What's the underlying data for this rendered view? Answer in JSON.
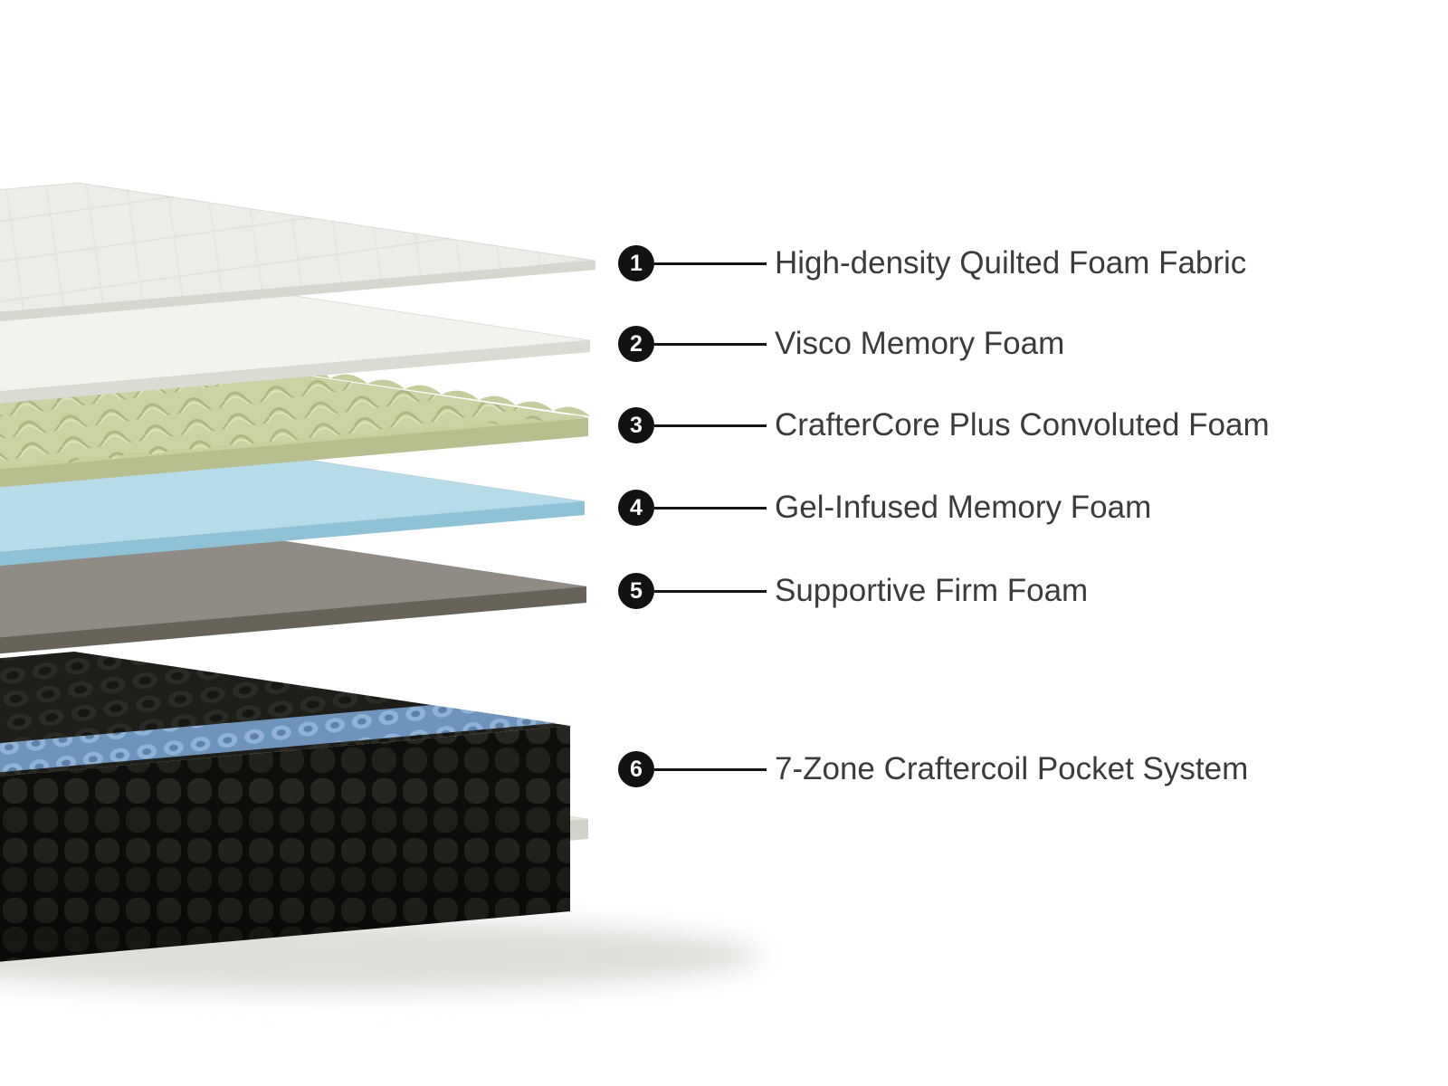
{
  "page": {
    "background": "#ffffff"
  },
  "illustration": {
    "name": "mattress-exploded-layers",
    "shadow_color": "#dededa",
    "layers": [
      {
        "name": "quilted-foam-fabric",
        "top": "#ecede7",
        "front": "#d6d7cf"
      },
      {
        "name": "visco-memory-foam",
        "top": "#f3f2ec",
        "front": "#dcdbd3"
      },
      {
        "name": "convoluted-foam",
        "top": "#ccd2a3",
        "front": "#b7bf8f"
      },
      {
        "name": "gel-memory-foam",
        "top": "#b6dcea",
        "front": "#8fc2d6"
      },
      {
        "name": "firm-foam",
        "top": "#908c85",
        "front": "#676359"
      },
      {
        "name": "base-foam",
        "top": "#eae8e1",
        "front": "#d2d0c8"
      },
      {
        "name": "pocket-coil-block",
        "top": "#24241f",
        "front": "#1b1b17",
        "band": "#7ea3c9"
      }
    ]
  },
  "callouts": {
    "circle_color": "#121212",
    "number_color": "#ffffff",
    "line_color": "#151515",
    "text_color": "#3b3b3b",
    "items": [
      {
        "number": "1",
        "label": "High-density Quilted Foam Fabric"
      },
      {
        "number": "2",
        "label": "Visco Memory Foam"
      },
      {
        "number": "3",
        "label": "CrafterCore Plus Convoluted Foam"
      },
      {
        "number": "4",
        "label": "Gel-Infused Memory Foam"
      },
      {
        "number": "5",
        "label": "Supportive Firm Foam"
      },
      {
        "number": "6",
        "label": "7-Zone Craftercoil Pocket System"
      }
    ]
  }
}
